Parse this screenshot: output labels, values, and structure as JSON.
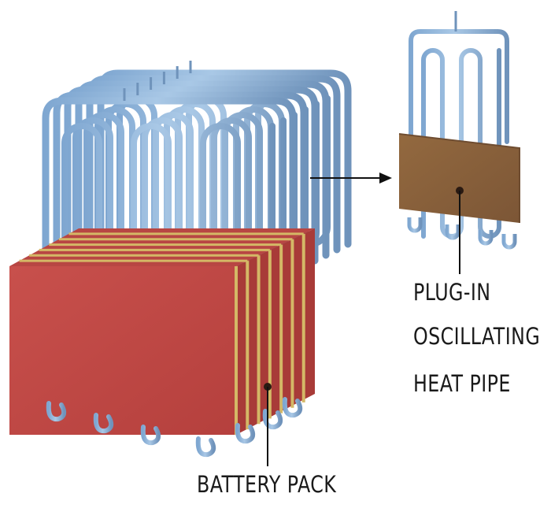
{
  "labels": {
    "battery_pack": "BATTERY PACK",
    "ohp_line1": "PLUG-IN",
    "ohp_line2": "OSCILLATING",
    "ohp_line3": "HEAT PIPE"
  },
  "colors": {
    "pipe": "#8fb5dc",
    "pipe_dark": "#6f93bb",
    "battery_front": "#c24a47",
    "battery_side": "#a83b38",
    "battery_top": "#b84643",
    "separator": "#d4b866",
    "plate": "#8a6240",
    "plate_edge": "#6e4c30",
    "text": "#1a1a1a"
  },
  "icons": {
    "arrow": "arrow-right-icon"
  }
}
